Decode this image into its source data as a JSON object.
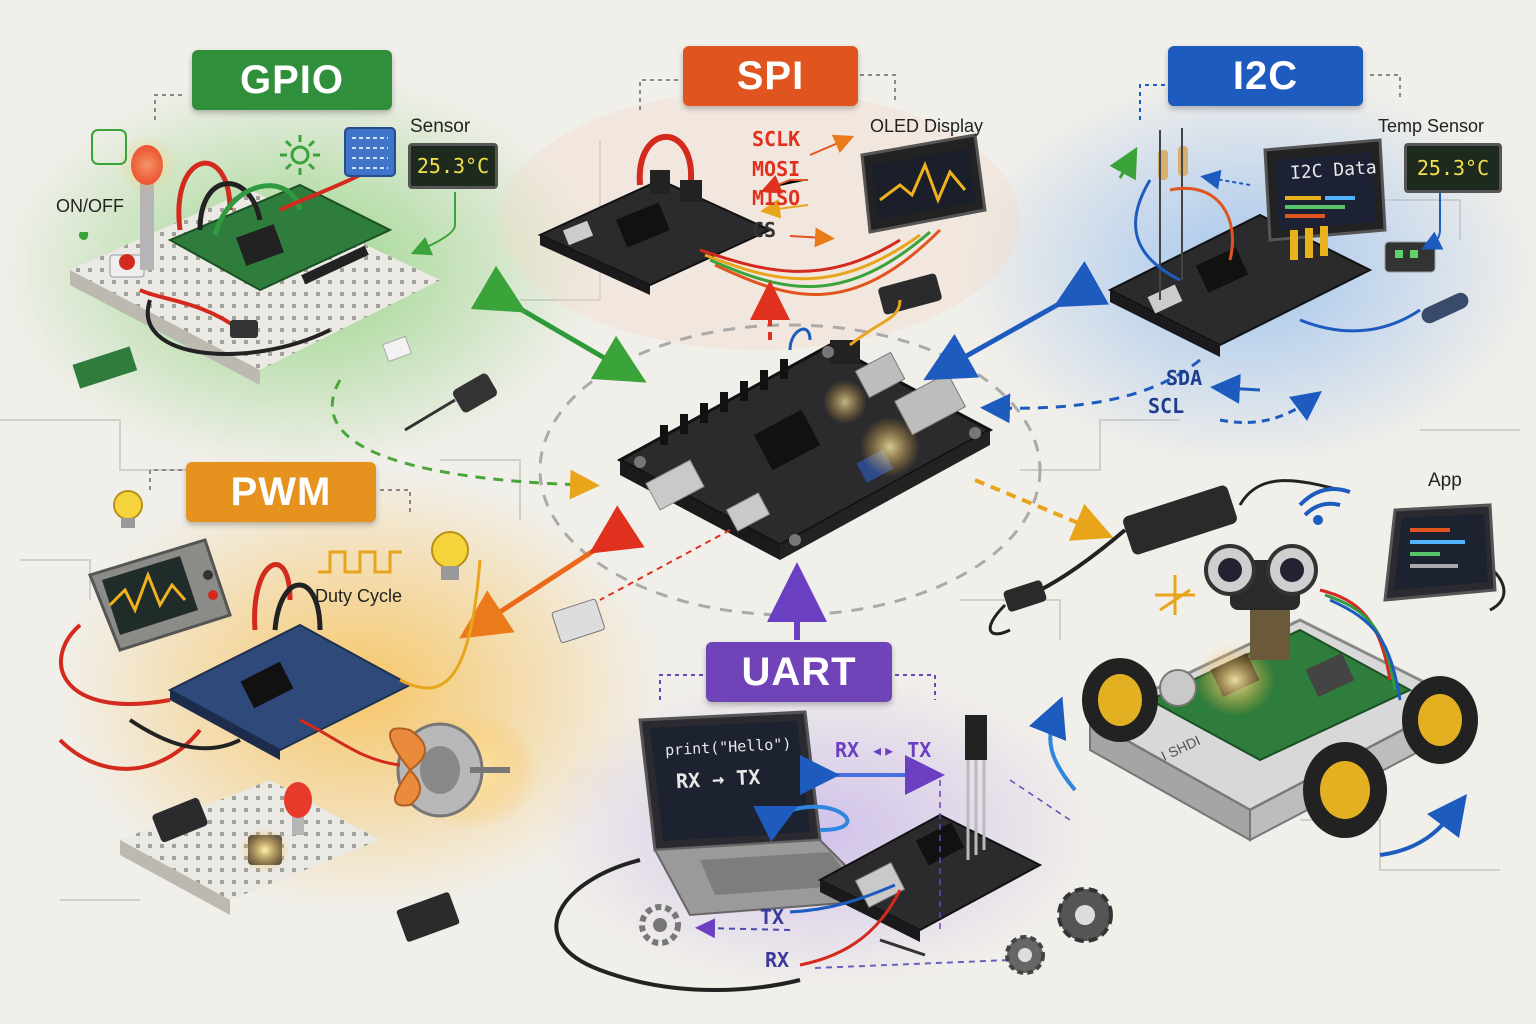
{
  "protocols": {
    "gpio": {
      "title": "GPIO",
      "color": "#2f8f3a",
      "labels": {
        "sensor": "Sensor",
        "reading": "25.3°C",
        "switch": "ON/OFF"
      }
    },
    "spi": {
      "title": "SPI",
      "color": "#e0541f",
      "labels": {
        "display": "OLED Display",
        "sclk": "SCLK",
        "mosi": "MOSI",
        "miso": "MISO",
        "cs": "CS"
      }
    },
    "i2c": {
      "title": "I2C",
      "color": "#1e5bbf",
      "labels": {
        "sensor": "Temp Sensor",
        "reading": "25.3°C",
        "screen": "I2C Data",
        "sda": "SDA",
        "scl": "SCL"
      }
    },
    "pwm": {
      "title": "PWM",
      "color": "#e5921e",
      "labels": {
        "duty": "Duty Cycle"
      }
    },
    "uart": {
      "title": "UART",
      "color": "#7043b8",
      "labels": {
        "code": "print(\"Hello\")",
        "laptop_rxtx": "RX → TX",
        "rx_tx": "RX ◂▸ TX",
        "tx": "TX",
        "rx": "RX"
      }
    }
  },
  "robot": {
    "app_label": "App",
    "body_text": "I SHDI"
  },
  "colors": {
    "board": "#2b2b2e",
    "background": "#f1efea",
    "wire_red": "#d42a1e",
    "wire_yellow": "#e8b21c"
  },
  "icons": [
    "led-icon",
    "bulb-icon",
    "gear-icon",
    "wifi-icon",
    "motor-icon",
    "oscilloscope-icon",
    "laptop-icon",
    "robot-icon"
  ]
}
